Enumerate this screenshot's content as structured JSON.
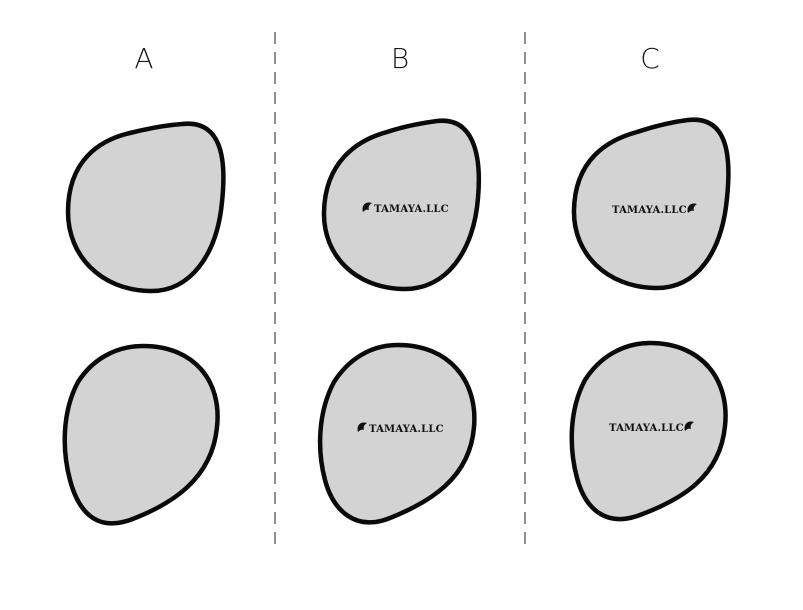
{
  "columns": [
    {
      "label": "A"
    },
    {
      "label": "B"
    },
    {
      "label": "C"
    }
  ],
  "logo": {
    "text": "TAMAYA.LLC",
    "icon": "bird-icon"
  },
  "colors": {
    "fill": "#d3d3d3",
    "outline": "#0a0a0a"
  }
}
